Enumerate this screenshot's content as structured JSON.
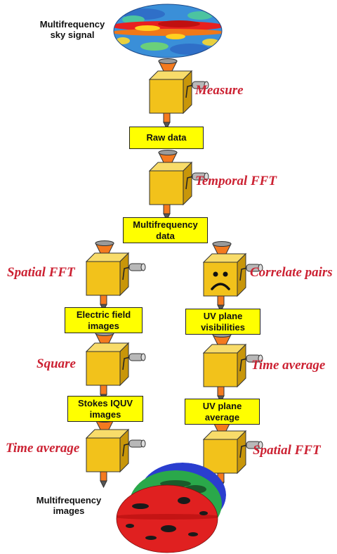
{
  "source_label": "Multifrequency\nsky signal",
  "result_label": "Multifrequency\nimages",
  "steps": {
    "measure": "Measure",
    "temporal_fft": "Temporal FFT",
    "spatial_fft_left": "Spatial FFT",
    "correlate_pairs": "Correlate pairs",
    "square": "Square",
    "time_average_right": "Time average",
    "time_average_left": "Time average",
    "spatial_fft_right": "Spatial FFT"
  },
  "boxes": {
    "raw_data": "Raw data",
    "multifrequency_data": "Multifrequency\ndata",
    "electric_field_images": "Electric field\nimages",
    "uv_plane_visibilities": "UV plane\nvisibilities",
    "stokes_images": "Stokes IQUV\nimages",
    "uv_plane_average": "UV plane\naverage"
  },
  "colors": {
    "step_text": "#cc2233",
    "box_fill": "#ffff00",
    "machine_front": "#f2c21b",
    "machine_top": "#f8dc6a",
    "machine_side": "#c8960a",
    "funnel": "#f47a1f"
  },
  "icons": {
    "machine": "processing-machine-icon",
    "sad_face": "frown-face-icon",
    "sky_map": "all-sky-map-icon"
  }
}
